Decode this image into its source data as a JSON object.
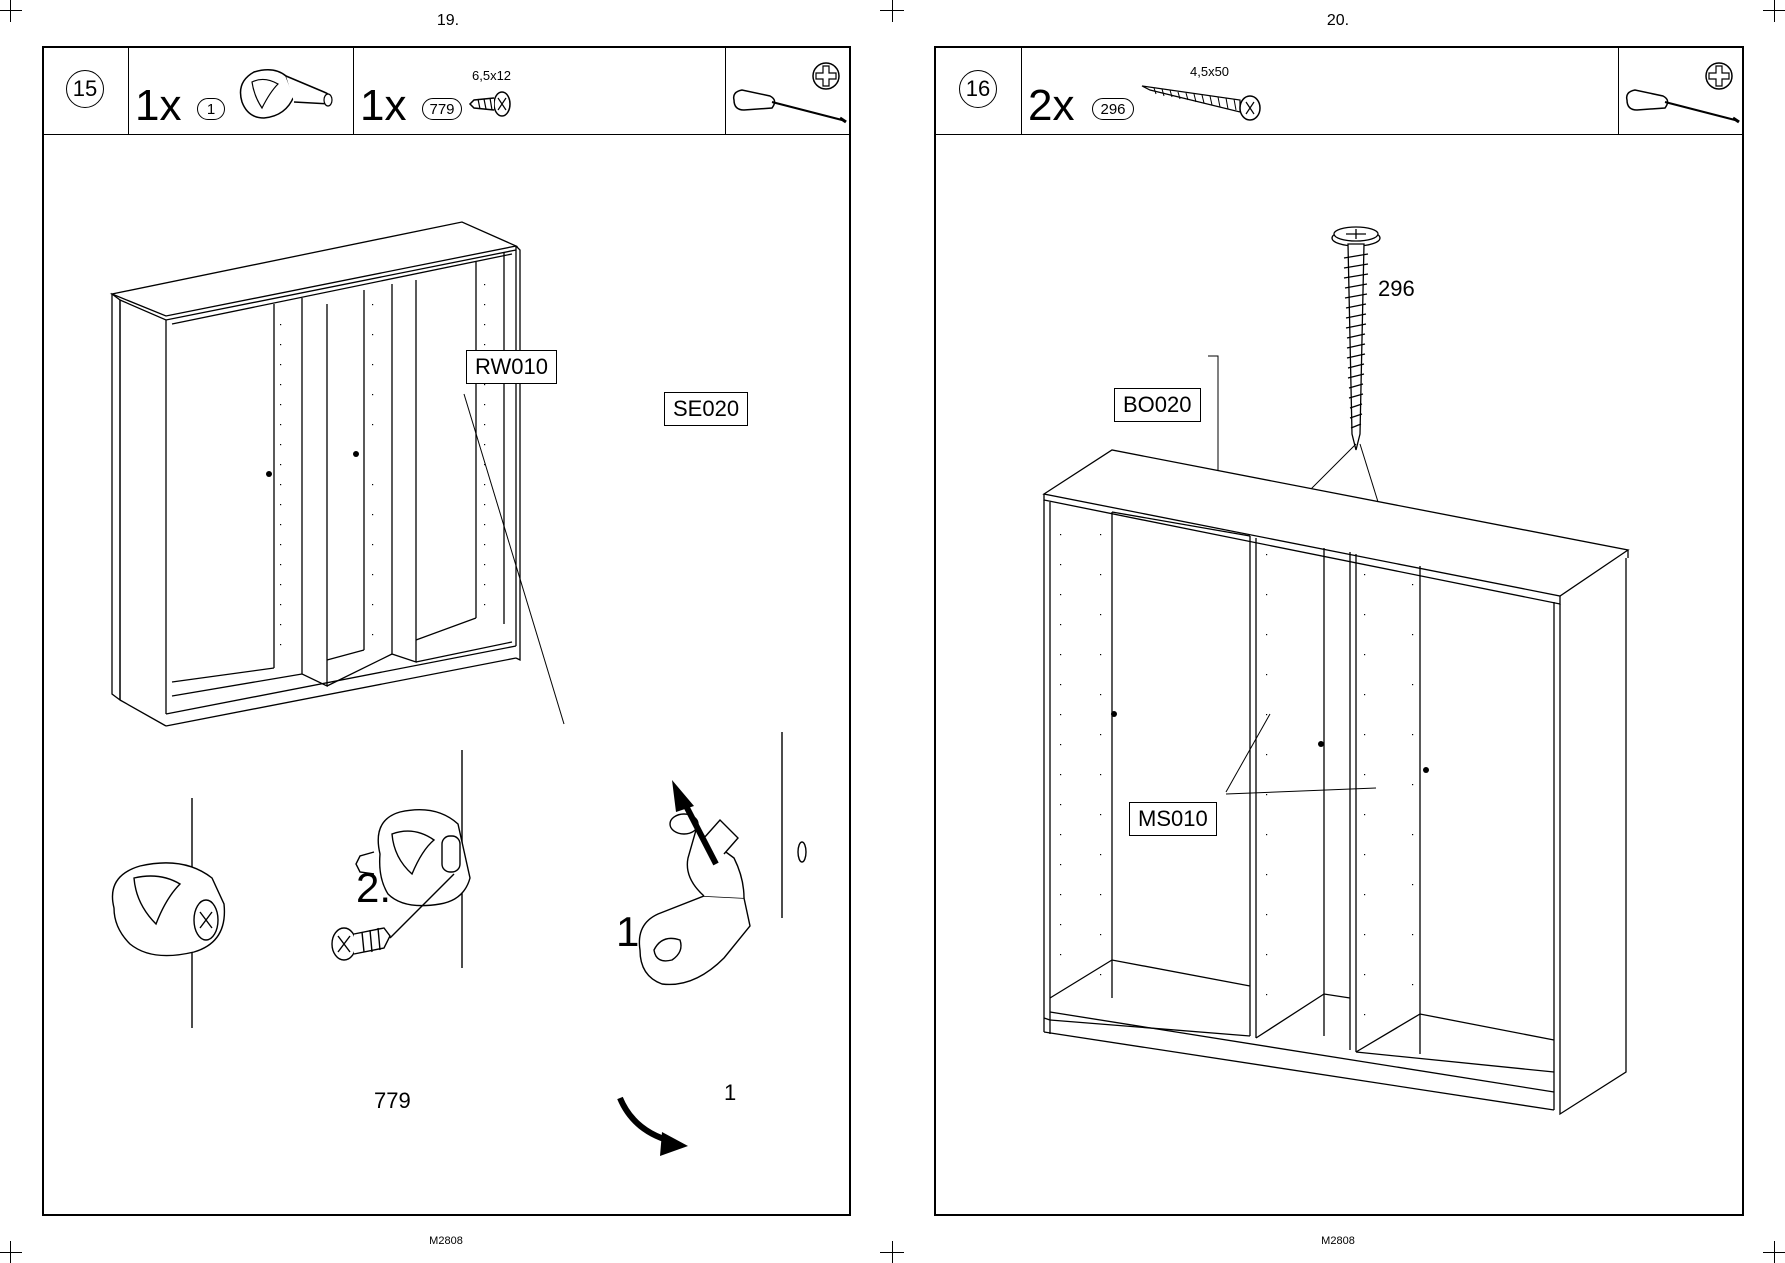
{
  "left_page": {
    "page_number": "19.",
    "footer": "M2808",
    "step": "15",
    "parts": [
      {
        "qty": "1x",
        "part": "1",
        "icon": "cam-lock-icon"
      },
      {
        "qty": "1x",
        "part": "779",
        "size": "6,5x12",
        "icon": "short-screw-icon"
      }
    ],
    "tool_icon": "screwdriver-phillips-icon",
    "labels": {
      "rw": "RW010",
      "se": "SE020"
    },
    "detail": {
      "step1": "1.",
      "step2": "2.",
      "screw_label": "779",
      "cam_label": "1"
    }
  },
  "right_page": {
    "page_number": "20.",
    "footer": "M2808",
    "step": "16",
    "parts": [
      {
        "qty": "2x",
        "part": "296",
        "size": "4,5x50",
        "icon": "long-screw-icon"
      }
    ],
    "tool_icon": "screwdriver-phillips-icon",
    "labels": {
      "screw": "296",
      "bo": "BO020",
      "ms": "MS010"
    }
  },
  "colors": {
    "ink": "#000000",
    "paper": "#ffffff"
  }
}
